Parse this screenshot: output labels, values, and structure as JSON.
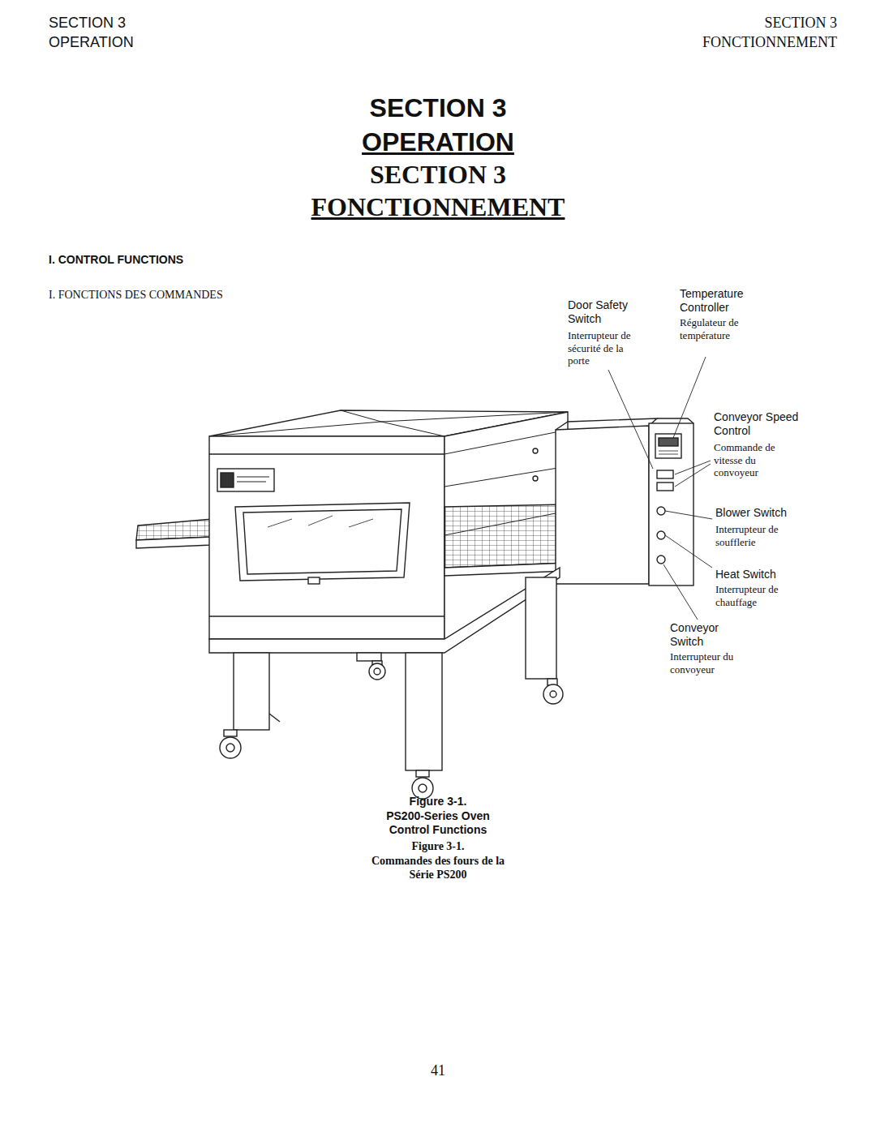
{
  "diagram": {
    "labels": [
      "SECTION 3",
      "OPERATION",
      "SECTION 3",
      "FONCTIONNEMENT",
      "SECTION 3",
      "OPERATION",
      "SECTION 3",
      "FONCTIONNEMENT",
      "I. CONTROL FUNCTIONS",
      "I. FONCTIONS DES COMMANDES",
      "Door Safety Switch",
      "Interrupteur de sécurité de la porte",
      "Temperature Controller",
      "Régulateur de température",
      "Conveyor Speed Control",
      "Commande de vitesse du convoyeur",
      "Blower Switch",
      "Interrupteur de soufflerie",
      "Heat Switch",
      "Interrupteur de chauffage",
      "Conveyor Switch",
      "Interrupteur du convoyeur",
      "Figure 3-1.",
      "PS200-Series Oven Control Functions",
      "Figure 3-1.",
      "Commandes des fours de la Série PS200",
      "41"
    ]
  }
}
